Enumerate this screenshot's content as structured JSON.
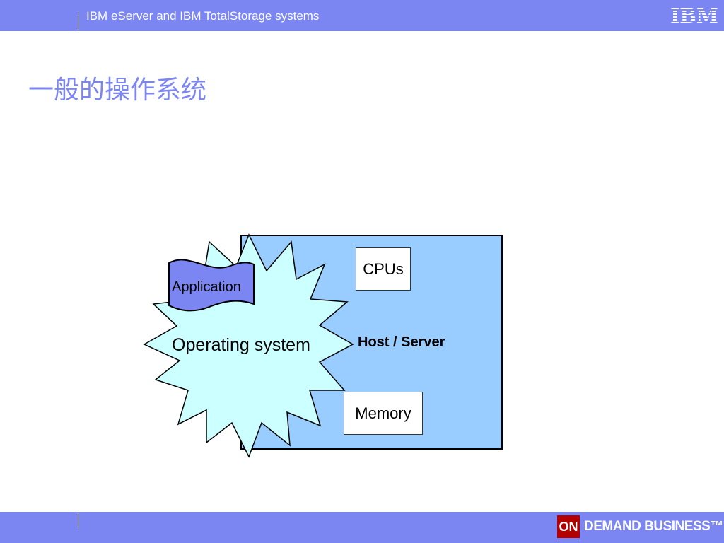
{
  "header": {
    "title": "IBM eServer and IBM TotalStorage systems",
    "logo": "IBM"
  },
  "slide": {
    "title": "一般的操作系统"
  },
  "diagram": {
    "host_label": "Host / Server",
    "cpus_label": "CPUs",
    "memory_label": "Memory",
    "os_label": "Operating system",
    "app_label": "Application"
  },
  "footer": {
    "badge": "ON",
    "brand": "DEMAND BUSINESS™"
  },
  "colors": {
    "bar": "#7b86f2",
    "host_fill": "#99ccff",
    "os_fill": "#ccffff",
    "app_fill": "#7b86f2",
    "badge": "#b30000"
  }
}
